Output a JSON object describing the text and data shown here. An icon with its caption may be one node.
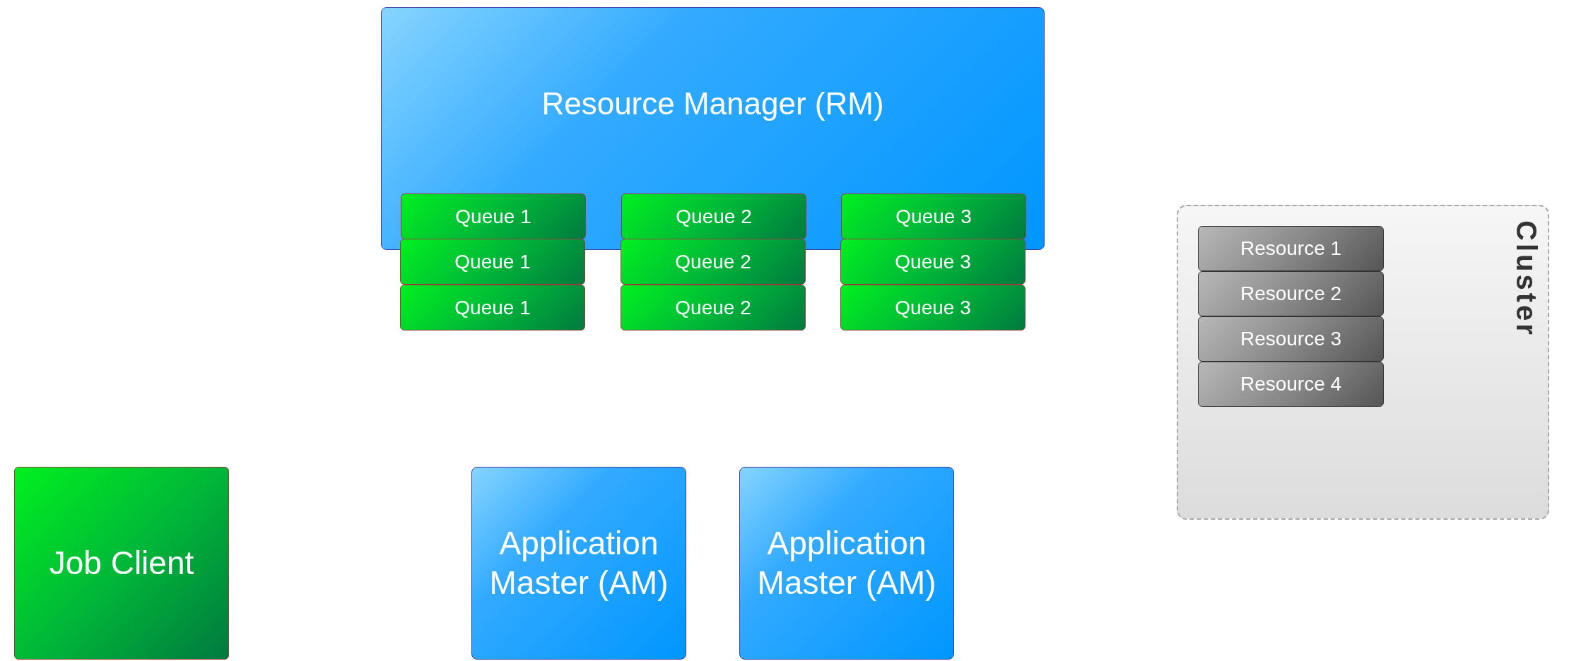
{
  "diagram": {
    "nodes": [
      {
        "text": [
          "Resource Manager (RM)"
        ]
      },
      {
        "text": [
          "Queue 1"
        ],
        "in": 0
      },
      {
        "text": [
          "Queue 2"
        ],
        "in": 0
      },
      {
        "text": [
          "Queue 3"
        ],
        "in": 0
      },
      {
        "text": [
          "Queue 1"
        ]
      },
      {
        "text": [
          "Queue 2"
        ]
      },
      {
        "text": [
          "Queue 3"
        ]
      },
      {
        "text": [
          "Queue 1"
        ]
      },
      {
        "text": [
          "Queue 2"
        ]
      },
      {
        "text": [
          "Queue 3"
        ]
      },
      {
        "text": [
          "Cluster"
        ]
      },
      {
        "text": [
          "Resource 1"
        ],
        "in": 10
      },
      {
        "text": [
          "Resource 2"
        ],
        "in": 10
      },
      {
        "text": [
          "Resource 3"
        ],
        "in": 10
      },
      {
        "text": [
          "Resource 4"
        ],
        "in": 10
      },
      {
        "text": [
          "Job Client"
        ]
      },
      {
        "text": [
          "Application Master (AM)"
        ]
      },
      {
        "text": [
          "Application Master (AM)"
        ]
      }
    ],
    "edges": []
  }
}
